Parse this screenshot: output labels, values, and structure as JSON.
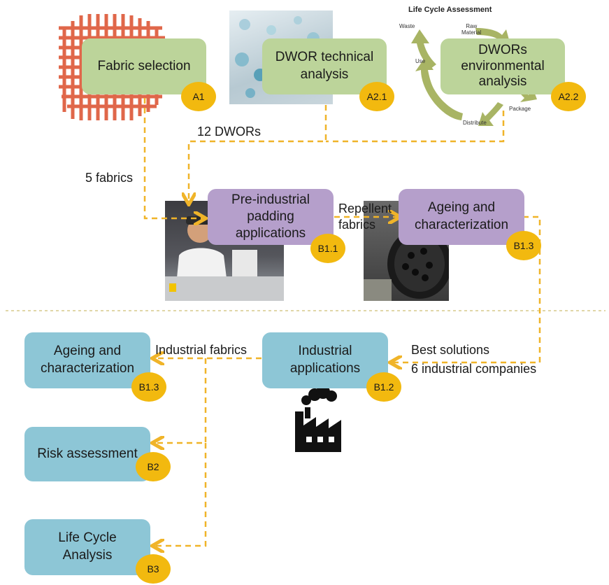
{
  "colors": {
    "green": "#bcd49a",
    "purple": "#b59fcb",
    "blue": "#8dc6d6",
    "badge": "#f2b90f",
    "arrow": "#f0b429",
    "divider": "#d6c88a"
  },
  "lca": {
    "title": "Life Cycle Assessment",
    "stages": [
      "Waste",
      "Raw\nMaterial",
      "Use",
      "Package",
      "Distribute"
    ]
  },
  "nodes": {
    "a1": {
      "label": "Fabric selection",
      "badge": "A1"
    },
    "a21": {
      "label": "DWOR technical\nanalysis",
      "badge": "A2.1"
    },
    "a22": {
      "label": "DWORs\nenvironmental\nanalysis",
      "badge": "A2.2"
    },
    "b11": {
      "label": "Pre-industrial\npadding\napplications",
      "badge": "B1.1"
    },
    "b13top": {
      "label": "Ageing and\ncharacterization",
      "badge": "B1.3"
    },
    "b12": {
      "label": "Industrial\napplications",
      "badge": "B1.2"
    },
    "b13": {
      "label": "Ageing and\ncharacterization",
      "badge": "B1.3"
    },
    "b2": {
      "label": "Risk assessment",
      "badge": "B2"
    },
    "b3": {
      "label": "Life Cycle\nAnalysis",
      "badge": "B3"
    }
  },
  "edge_labels": {
    "dwors": "12 DWORs",
    "fabrics": "5 fabrics",
    "repellent": "Repellent\nfabrics",
    "industrial_fabrics": "Industrial fabrics",
    "best": "Best solutions",
    "companies": "6 industrial companies"
  },
  "icons": {
    "fabric": "woven-fabric-icon",
    "droplets": "water-droplets-photo",
    "worker": "lab-worker-photo",
    "machine": "ageing-machine-photo",
    "factory": "factory-icon"
  }
}
